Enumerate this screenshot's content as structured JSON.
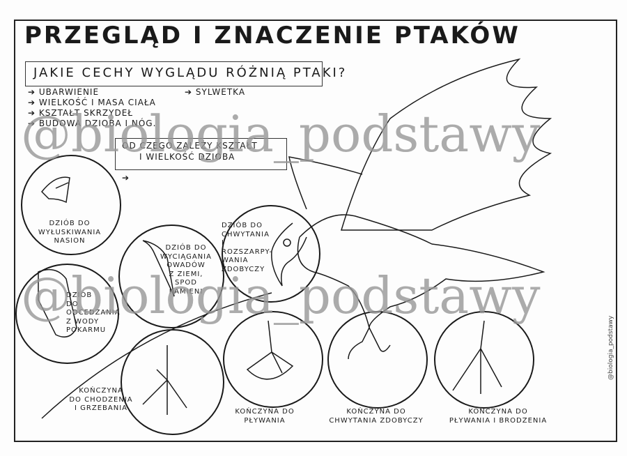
{
  "title": "Przegląd i znaczenie ptaków",
  "question": "Jakie cechy wyglądu różnią ptaki?",
  "features": [
    "Ubarwienie",
    "Wielkość i masa ciała",
    "Kształt skrzydeł",
    "Budowa dzioba i nóg.",
    "Sylwetka"
  ],
  "beak_question": [
    "Od czego zależy kształt",
    "i wielkość dzioba"
  ],
  "beaks": [
    [
      "Dziób do",
      "wyłuskiwania",
      "nasion"
    ],
    [
      "Dziób do",
      "wyciągania",
      "owadów",
      "z ziemi,",
      "spod",
      "kamieni"
    ],
    [
      "Dziób do",
      "chwytania",
      "i rozszarpy-",
      "wania",
      "zdobyczy"
    ],
    [
      "Dziób",
      "do",
      "odcedzania",
      "z wody",
      "pokarmu"
    ]
  ],
  "limbs": [
    [
      "Kończyna",
      "do chodzenia",
      "i grzebania"
    ],
    [
      "Kończyna do",
      "pływania"
    ],
    [
      "Kończyna do",
      "chwytania zdobyczy"
    ],
    [
      "Kończyna do",
      "pływania i brodzenia"
    ]
  ],
  "watermark": "@biologia_podstawy",
  "signature": "@biologia_podstawy"
}
